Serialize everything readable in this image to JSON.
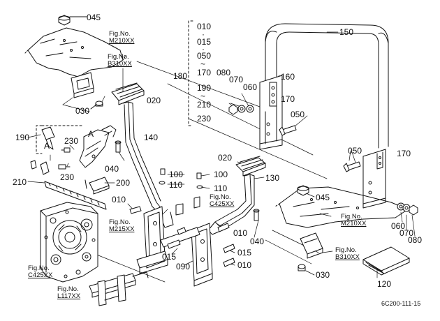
{
  "part_numbers": {
    "p045a": "045",
    "p150": "150",
    "p180": "180",
    "p180_010": "010",
    "p180_015": "015",
    "p180_050": "050",
    "p180_tilde1": "~",
    "p180_170": "170",
    "p180_190": "190",
    "p180_tilde2": "~",
    "p180_210": "210",
    "p180_230": "230",
    "p080a": "080",
    "p070a": "070",
    "p060a": "060",
    "p160": "160",
    "p170a": "170",
    "p050a": "050",
    "p020a": "020",
    "p030a": "030",
    "p190": "190",
    "pA1": "A",
    "pA2": "A",
    "p230a": "230",
    "p230b": "230",
    "p040a": "040",
    "p140": "140",
    "p210": "210",
    "p200": "200",
    "p100a": "100",
    "p100b": "100",
    "p110a": "110",
    "p110b": "110",
    "p010a": "010",
    "p020b": "020",
    "p130": "130",
    "p050b": "050",
    "p170b": "170",
    "p045b": "045",
    "p010b": "010",
    "p040b": "040",
    "p015a": "015",
    "p090": "090",
    "p015b": "015",
    "p010c": "010",
    "p060b": "060",
    "p070b": "070",
    "p080b": "080",
    "p030b": "030",
    "p120": "120"
  },
  "fig_refs": {
    "m210_top": {
      "prefix": "Fig.No.",
      "code": "M210XX"
    },
    "b310_top": {
      "prefix": "Fig.No.",
      "code": "B310XX"
    },
    "c425_mid": {
      "prefix": "Fig.No.",
      "code": "C425XX"
    },
    "m215": {
      "prefix": "Fig.No.",
      "code": "M215XX"
    },
    "m210_right": {
      "prefix": "Fig.No.",
      "code": "M210XX"
    },
    "b310_right": {
      "prefix": "Fig.No.",
      "code": "B310XX"
    },
    "c425_left": {
      "prefix": "Fig.No.",
      "code": "C425XX"
    },
    "l117": {
      "prefix": "Fig.No.",
      "code": "L117XX"
    }
  },
  "diagram_code": "6C200-111-15",
  "colors": {
    "line": "#111111",
    "paper": "#ffffff"
  }
}
